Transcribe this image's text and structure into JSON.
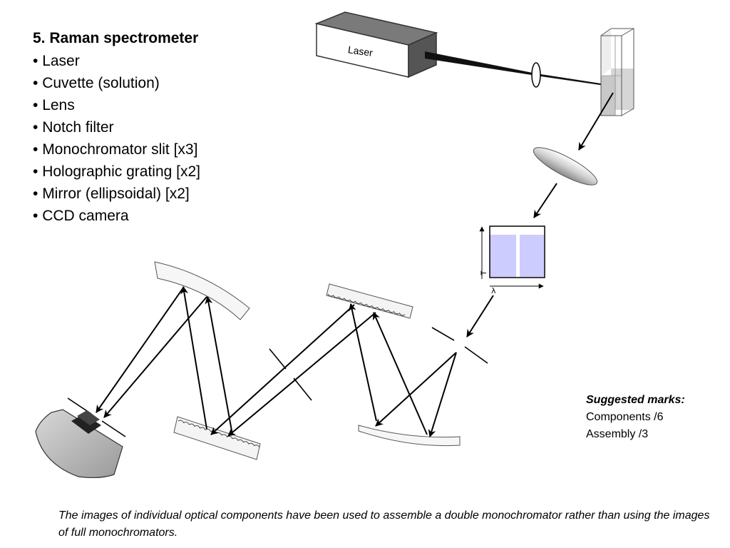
{
  "title": "5. Raman spectrometer",
  "components": [
    "Laser",
    "Cuvette (solution)",
    "Lens",
    "Notch filter",
    "Monochromator slit [x3]",
    "Holographic grating [x2]",
    "Mirror (ellipsoidal) [x2]",
    "CCD camera"
  ],
  "marks": {
    "heading": "Suggested marks:",
    "components": "Components /6",
    "assembly": "Assembly /3"
  },
  "caption": "The images of individual optical components have been used to assemble a double monochromator rather than using the images of full monochromators.",
  "diagram": {
    "laser_label": "Laser",
    "filter_y_label": "T",
    "filter_x_label": "λ"
  }
}
